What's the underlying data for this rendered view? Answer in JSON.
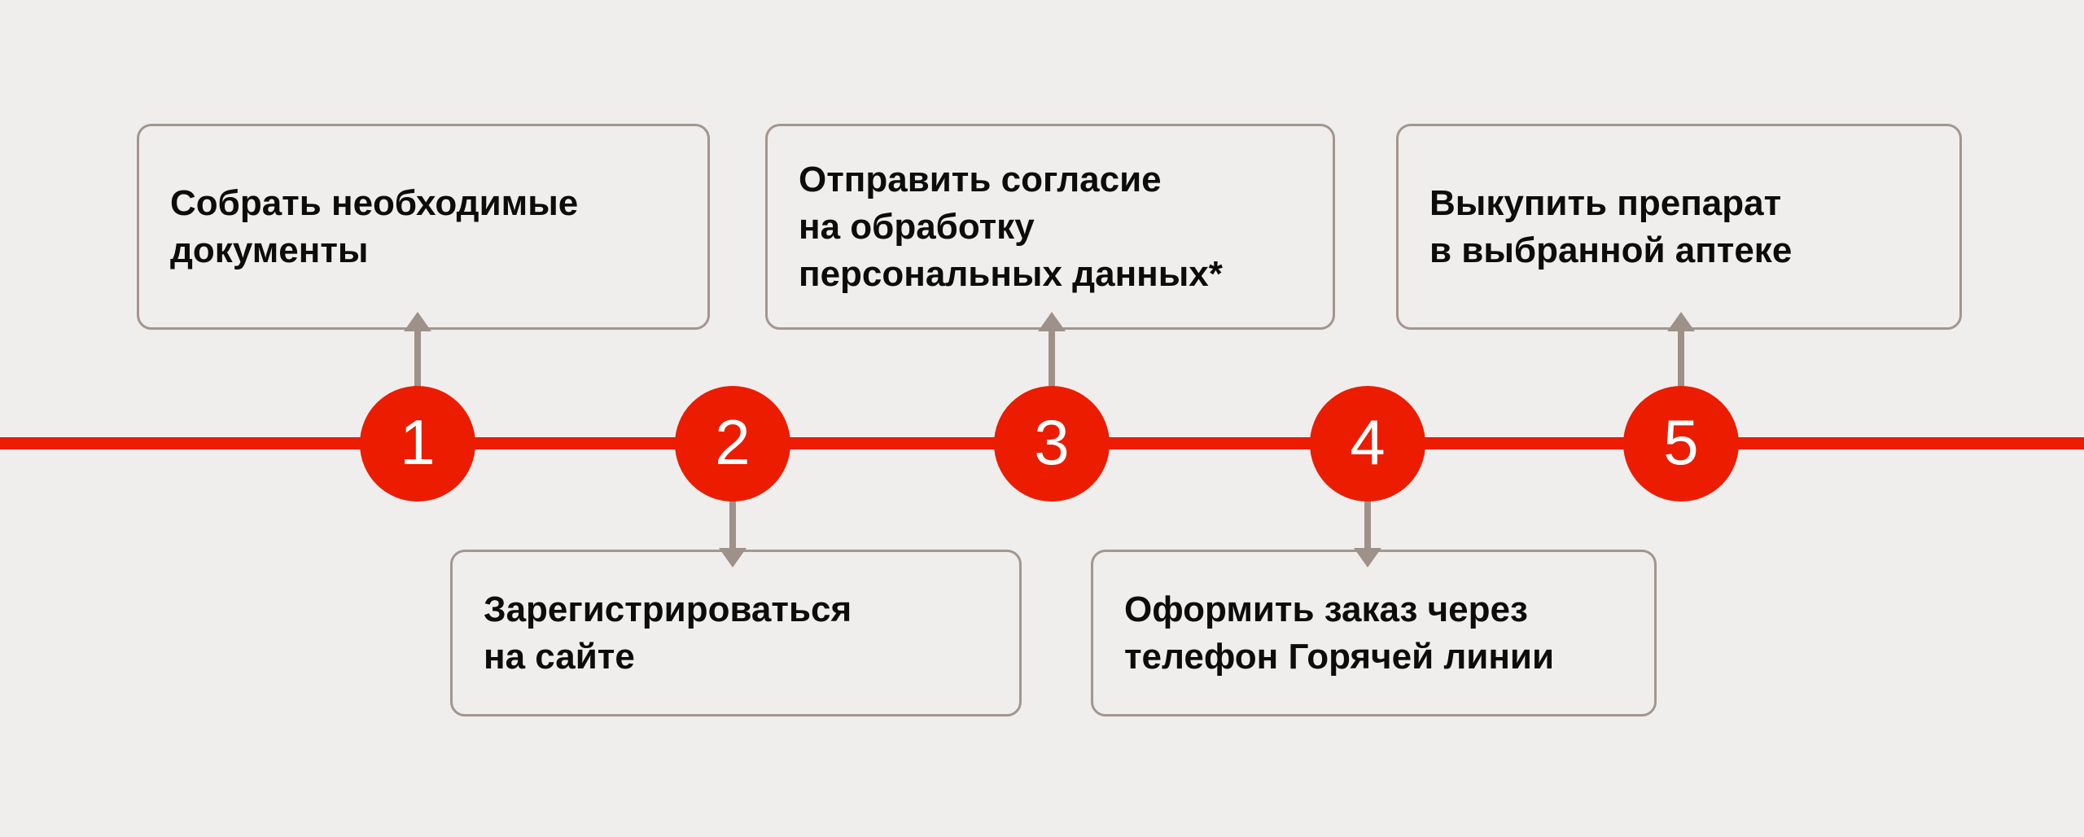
{
  "colors": {
    "background": "#efeeec",
    "accent_red": "#ec1c00",
    "box_border": "#a3968f",
    "connector": "#9e9189",
    "text": "#0c0c0c",
    "number_text": "#ffffff"
  },
  "timeline": {
    "orientation": "horizontal",
    "steps": [
      {
        "number": "1",
        "position": "above",
        "caption": "Собрать необходимые\nдокументы"
      },
      {
        "number": "2",
        "position": "below",
        "caption": "Зарегистрироваться\nна сайте"
      },
      {
        "number": "3",
        "position": "above",
        "caption": "Отправить согласие\nна обработку\nперсональных данных*"
      },
      {
        "number": "4",
        "position": "below",
        "caption": "Оформить заказ через\nтелефон Горячей линии"
      },
      {
        "number": "5",
        "position": "above",
        "caption": "Выкупить препарат\nв выбранной аптеке"
      }
    ]
  }
}
